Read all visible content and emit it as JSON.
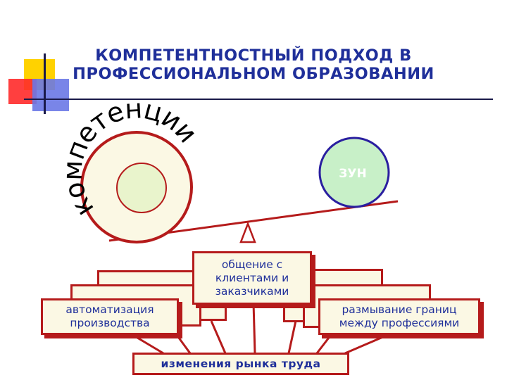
{
  "slide": {
    "title_line1": "КОМПЕТЕНТНОСТНЫЙ ПОДХОД В",
    "title_line2": "ПРОФЕССИОНАЛЬНОМ ОБРАЗОВАНИИ"
  },
  "scale": {
    "left_label": "компетенции",
    "right_label": "ЗУН"
  },
  "factors": {
    "center": "общение с клиентами и заказчиками",
    "left": "автоматизация производства",
    "right": "размывание границ между профессиями",
    "bottom": "изменения рынка труда"
  },
  "colors": {
    "title": "#1f2f9a",
    "box_border": "#b51b1b",
    "box_fill": "#fbf8e4",
    "zun_fill": "#c8f0c8",
    "zun_border": "#2a1fa0"
  }
}
